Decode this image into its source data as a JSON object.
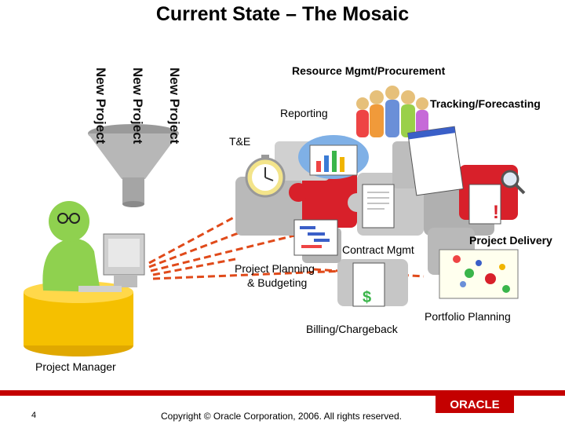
{
  "title": "Current State – The Mosaic",
  "funnel": {
    "items": [
      "New Project",
      "New Project",
      "New Project"
    ]
  },
  "labels": {
    "resource": "Resource Mgmt/Procurement",
    "tracking": "Tracking/Forecasting",
    "reporting": "Reporting",
    "te": "T&E",
    "project_delivery": "Project Delivery",
    "contract": "Contract Mgmt",
    "planning_line1": "Project Planning",
    "planning_line2": "& Budgeting",
    "portfolio": "Portfolio Planning",
    "billing": "Billing/Chargeback",
    "project_manager": "Project Manager"
  },
  "footer": {
    "page_number": "4",
    "copyright": "Copyright © Oracle Corporation, 2006. All rights reserved.",
    "logo": "ORACLE"
  },
  "colors": {
    "accent_red": "#c40000",
    "dash_red": "#e04a1a",
    "figure_green": "#8fd14f",
    "desk_yellow": "#f5c000",
    "puzzle_gray": "#b9b9b9",
    "puzzle_red": "#d8202a"
  }
}
